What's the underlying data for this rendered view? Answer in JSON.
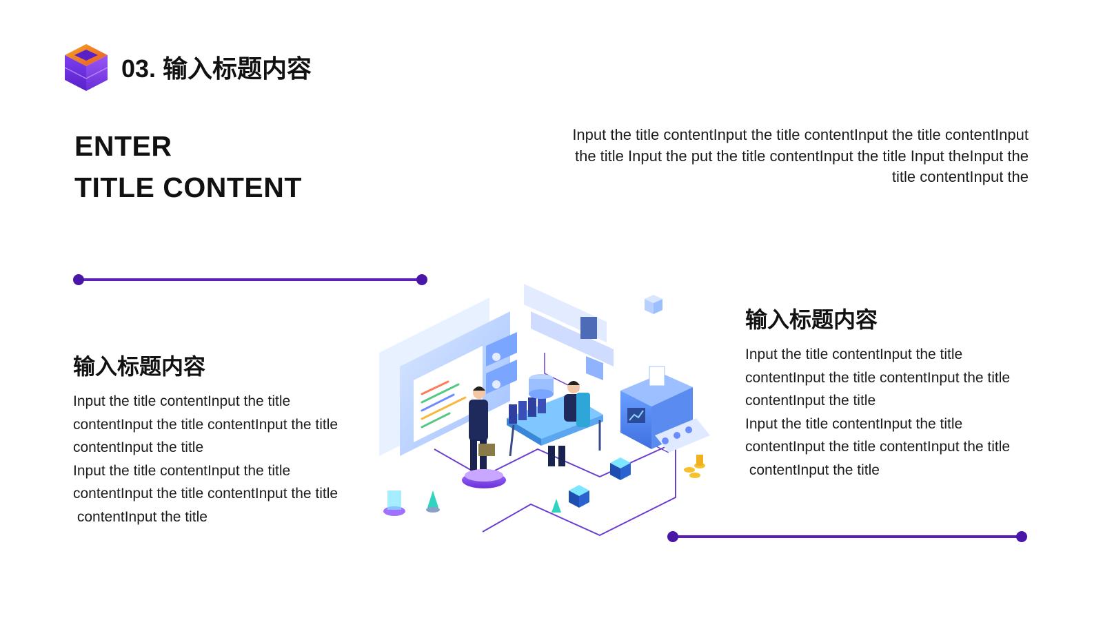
{
  "header": {
    "number": "03.",
    "title": "输入标题内容",
    "logo_icon": "purple-cube-icon"
  },
  "big_title": {
    "line1": "ENTER",
    "line2": "TITLE CONTENT"
  },
  "top_paragraph": {
    "lines": [
      "Input the title contentInput the title contentInput the title contentInput",
      "the title Input the put the title contentInput the title Input theInput the",
      "title contentInput the"
    ]
  },
  "left_section": {
    "heading": "输入标题内容",
    "lines": [
      "Input the title contentInput the title",
      "contentInput the title contentInput the title",
      "contentInput the title",
      "Input the title contentInput the title",
      "contentInput the title contentInput the title",
      " contentInput the title"
    ]
  },
  "right_section": {
    "heading": "输入标题内容",
    "lines": [
      "Input the title contentInput the title",
      "contentInput the title contentInput the title",
      "contentInput the title",
      "Input the title contentInput the title",
      "contentInput the title contentInput the title",
      " contentInput the title"
    ]
  },
  "illustration": {
    "icon": "isometric-office-illustration"
  },
  "colors": {
    "accent": "#5a1fb8",
    "accent_light": "#6b2ee6",
    "text": "#111111",
    "illustration_blue": "#4f8ef7"
  }
}
